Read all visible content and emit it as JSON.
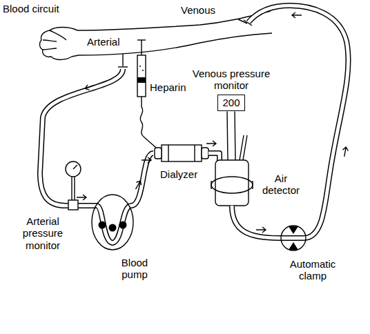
{
  "diagram": {
    "title": "Blood circuit",
    "nodes": [
      {
        "text": [
          "Venous pressure monitor",
          "200"
        ]
      }
    ],
    "labels": [
      "Venous",
      "Arterial",
      "Heparin",
      "Arterial pressure monitor",
      "Blood pump",
      "Dialyzer",
      "Air detector",
      "Automatic clamp"
    ]
  }
}
